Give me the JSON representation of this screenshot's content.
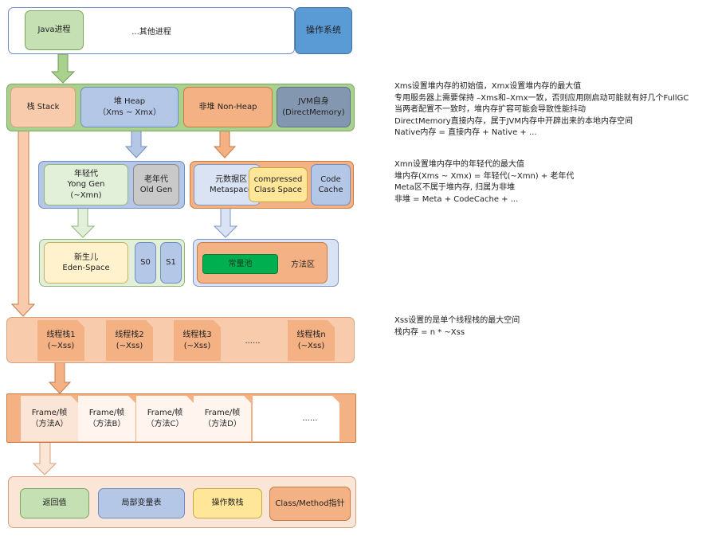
{
  "top": {
    "java": "Java进程",
    "other": "...其他进程",
    "os": "操作系统"
  },
  "jvm": {
    "stack": "栈 Stack",
    "heap": "堆 Heap\n（Xms ~ Xmx）",
    "nonheap": "非堆 Non-Heap",
    "jvmself": "JVM自身\n(DirectMemory)"
  },
  "heap_detail": {
    "young": "年轻代\nYong Gen\n(~Xmn)",
    "old": "老年代\nOld Gen",
    "eden": "新生儿\nEden-Space",
    "s0": "S0",
    "s1": "S1"
  },
  "nonheap_detail": {
    "metaspace": "元数据区\nMetaspace",
    "compressed": "compressed\nClass Space",
    "codecache": "Code\nCache",
    "constpool": "常量池",
    "methodarea": "方法区"
  },
  "threads": {
    "items": [
      "线程栈1\n(~Xss)",
      "线程栈2\n(~Xss)",
      "线程栈3\n(~Xss)",
      "线程栈n\n(~Xss)"
    ],
    "dots": "......"
  },
  "frames": {
    "items": [
      "Frame/帧\n（方法A）",
      "Frame/帧\n（方法B）",
      "Frame/帧\n（方法C）",
      "Frame/帧\n（方法D）"
    ],
    "dots": "......"
  },
  "frame_content": {
    "ret": "返回值",
    "locals": "局部变量表",
    "operand": "操作数栈",
    "classptr": "Class/Method指针"
  },
  "notes": {
    "n1": "Xms设置堆内存的初始值，Xmx设置堆内存的最大值\n专用服务器上需要保持 –Xms和–Xmx一致，否则应用刚启动可能就有好几个FullGC\n当两者配置不一致时，堆内存扩容可能会导致性能抖动\nDirectMemory直接内存，属于JVM内存中开辟出来的本地内存空间\nNative内存 = 直接内存 + Native + ...",
    "n2": "Xmn设置堆内存中的年轻代的最大值\n堆内存(Xms ~ Xmx) = 年轻代(~Xmn) + 老年代\nMeta区不属于堆内存, 归属为非堆\n非堆 = Meta + CodeCache + ...",
    "n3": "Xss设置的是单个线程栈的最大空间\n栈内存 = n * ~Xss"
  }
}
